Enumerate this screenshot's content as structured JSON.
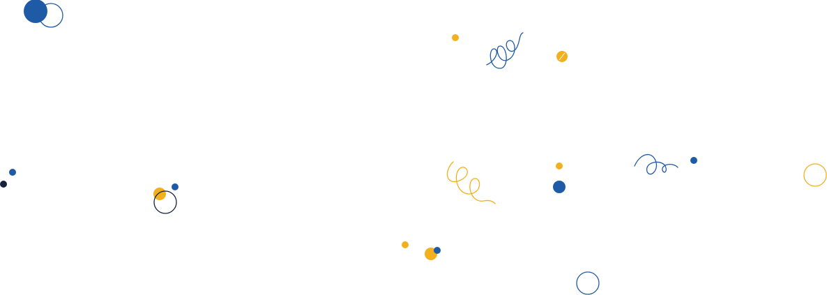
{
  "palette": {
    "background": "#ffffff",
    "blue": "#1f5aa6",
    "yellow": "#f2b01e",
    "navy": "#16213a"
  },
  "decorations": [
    {
      "name": "large-blue-dot-icon",
      "shape": "filled-circle",
      "color": "blue"
    },
    {
      "name": "blue-ring-icon",
      "shape": "outline-circle",
      "color": "blue"
    },
    {
      "name": "yellow-squiggle-icon",
      "shape": "squiggle",
      "color": "yellow"
    },
    {
      "name": "blue-squiggle-icon",
      "shape": "squiggle",
      "color": "blue"
    },
    {
      "name": "yellow-ring-icon",
      "shape": "outline-circle",
      "color": "yellow"
    },
    {
      "name": "navy-ring-icon",
      "shape": "outline-circle",
      "color": "navy"
    }
  ]
}
